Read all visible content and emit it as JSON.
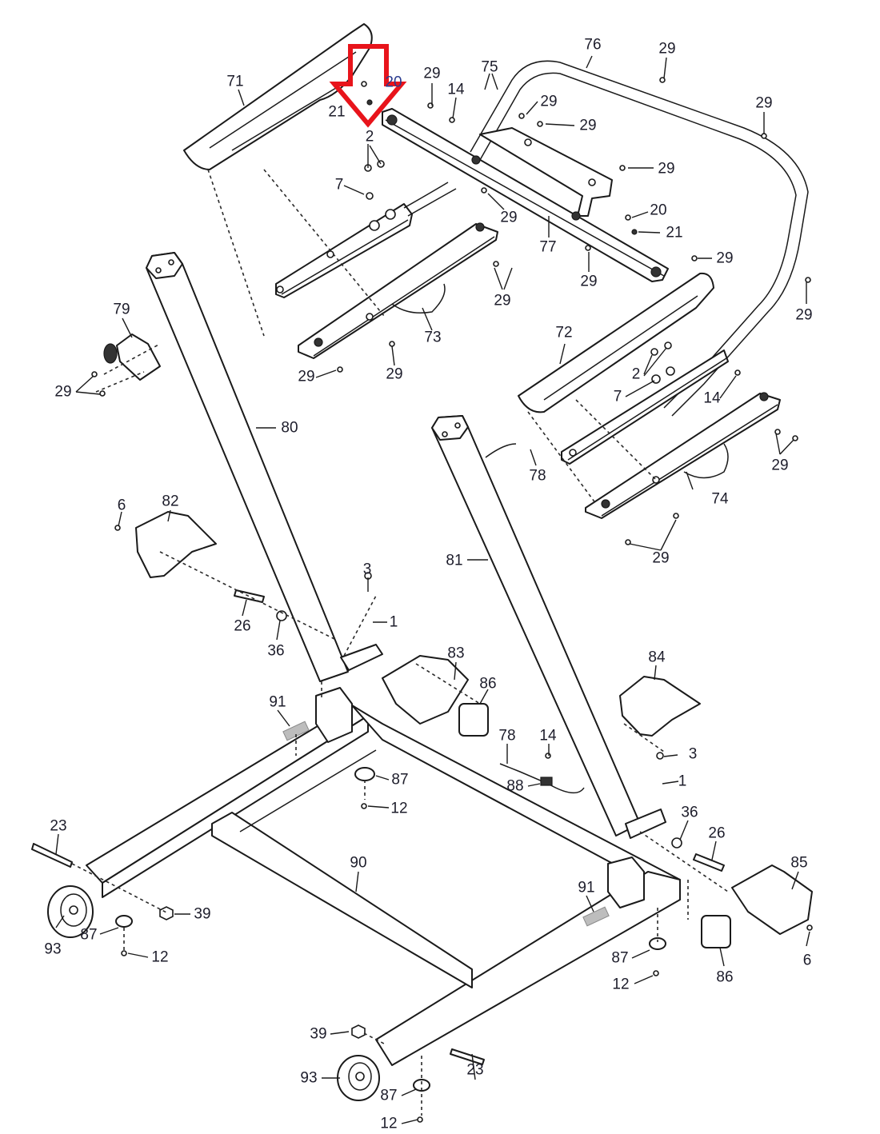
{
  "diagram": {
    "kind": "exploded parts diagram",
    "subject": "treadmill upright and console frame assembly",
    "highlight": {
      "shape": "arrow",
      "direction": "down",
      "color": "#e8141b",
      "points_to_part": "20"
    },
    "callout_color": "#1d1d2b",
    "line_color": "#1a1a1a",
    "callouts": [
      {
        "id": "c71",
        "label": "71"
      },
      {
        "id": "c20-hidden",
        "label": "20"
      },
      {
        "id": "c21-top",
        "label": "21"
      },
      {
        "id": "c2-top",
        "label": "2"
      },
      {
        "id": "c7-top",
        "label": "7"
      },
      {
        "id": "c29-a",
        "label": "29"
      },
      {
        "id": "c14-top",
        "label": "14"
      },
      {
        "id": "c75",
        "label": "75"
      },
      {
        "id": "c76",
        "label": "76"
      },
      {
        "id": "c29-b",
        "label": "29"
      },
      {
        "id": "c29-c",
        "label": "29"
      },
      {
        "id": "c29-d",
        "label": "29"
      },
      {
        "id": "c29-e",
        "label": "29"
      },
      {
        "id": "c29-f",
        "label": "29"
      },
      {
        "id": "c20-right",
        "label": "20"
      },
      {
        "id": "c21-right",
        "label": "21"
      },
      {
        "id": "c29-g",
        "label": "29"
      },
      {
        "id": "c29-h",
        "label": "29"
      },
      {
        "id": "c77",
        "label": "77"
      },
      {
        "id": "c29-i",
        "label": "29"
      },
      {
        "id": "c29-j",
        "label": "29"
      },
      {
        "id": "c29-k",
        "label": "29"
      },
      {
        "id": "c73",
        "label": "73"
      },
      {
        "id": "c29-l",
        "label": "29"
      },
      {
        "id": "c29-m",
        "label": "29"
      },
      {
        "id": "c79",
        "label": "79"
      },
      {
        "id": "c29-n",
        "label": "29"
      },
      {
        "id": "c72",
        "label": "72"
      },
      {
        "id": "c2-right",
        "label": "2"
      },
      {
        "id": "c7-right",
        "label": "7"
      },
      {
        "id": "c14-right",
        "label": "14"
      },
      {
        "id": "c29-o",
        "label": "29"
      },
      {
        "id": "c74",
        "label": "74"
      },
      {
        "id": "c29-p",
        "label": "29"
      },
      {
        "id": "c80",
        "label": "80"
      },
      {
        "id": "c78-top",
        "label": "78"
      },
      {
        "id": "c6-left",
        "label": "6"
      },
      {
        "id": "c82",
        "label": "82"
      },
      {
        "id": "c81",
        "label": "81"
      },
      {
        "id": "c3-left",
        "label": "3"
      },
      {
        "id": "c1-left",
        "label": "1"
      },
      {
        "id": "c26-left",
        "label": "26"
      },
      {
        "id": "c36-left",
        "label": "36"
      },
      {
        "id": "c83",
        "label": "83"
      },
      {
        "id": "c86-left",
        "label": "86"
      },
      {
        "id": "c84",
        "label": "84"
      },
      {
        "id": "c91-left",
        "label": "91"
      },
      {
        "id": "c78-bottom",
        "label": "78"
      },
      {
        "id": "c14-bottom",
        "label": "14"
      },
      {
        "id": "c87-center",
        "label": "87"
      },
      {
        "id": "c88",
        "label": "88"
      },
      {
        "id": "c12-center",
        "label": "12"
      },
      {
        "id": "c3-right",
        "label": "3"
      },
      {
        "id": "c1-right",
        "label": "1"
      },
      {
        "id": "c23-left",
        "label": "23"
      },
      {
        "id": "c36-right",
        "label": "36"
      },
      {
        "id": "c26-right",
        "label": "26"
      },
      {
        "id": "c90",
        "label": "90"
      },
      {
        "id": "c85",
        "label": "85"
      },
      {
        "id": "c91-right",
        "label": "91"
      },
      {
        "id": "c39-left",
        "label": "39"
      },
      {
        "id": "c93-left",
        "label": "93"
      },
      {
        "id": "c87-left",
        "label": "87"
      },
      {
        "id": "c12-left",
        "label": "12"
      },
      {
        "id": "c6-right",
        "label": "6"
      },
      {
        "id": "c87-right",
        "label": "87"
      },
      {
        "id": "c86-right",
        "label": "86"
      },
      {
        "id": "c12-right",
        "label": "12"
      },
      {
        "id": "c39-bottom",
        "label": "39"
      },
      {
        "id": "c93-bottom",
        "label": "93"
      },
      {
        "id": "c23-bottom",
        "label": "23"
      },
      {
        "id": "c87-bottom",
        "label": "87"
      },
      {
        "id": "c12-bottom",
        "label": "12"
      }
    ]
  }
}
